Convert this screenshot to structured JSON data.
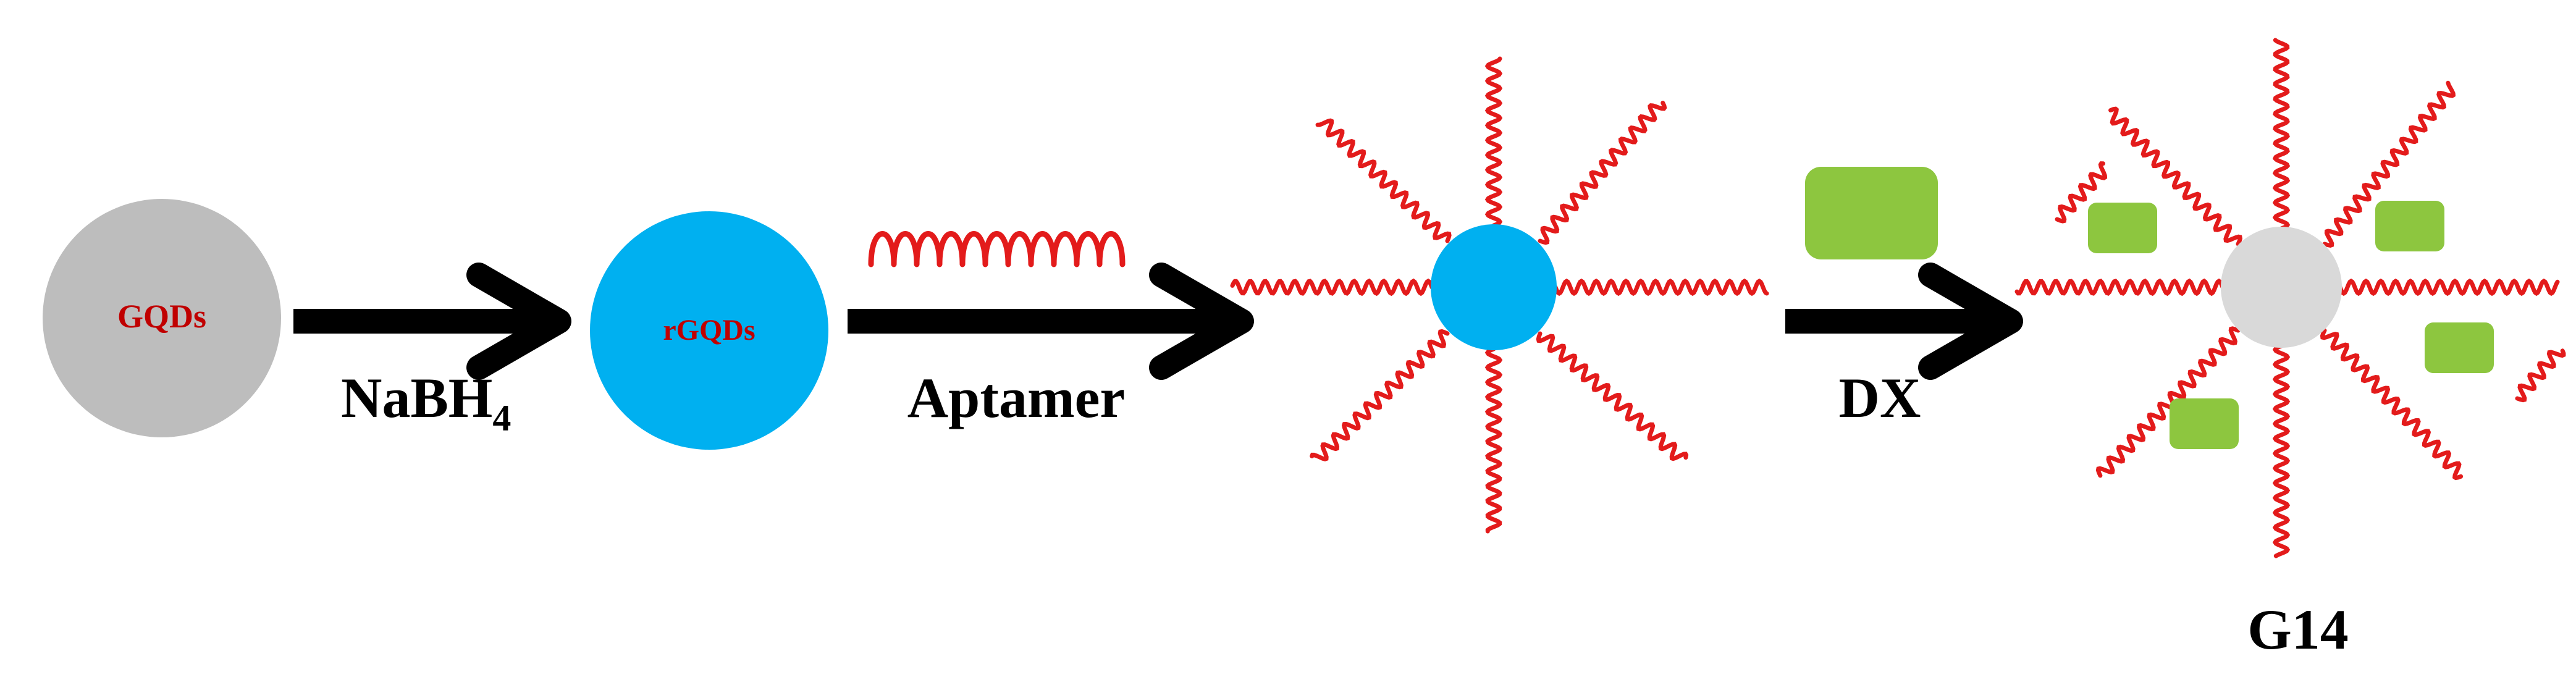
{
  "nodes": {
    "gqds": {
      "label": "GQDs"
    },
    "rgqds": {
      "label": "rGQDs"
    },
    "product": {
      "label": "G14"
    }
  },
  "steps": {
    "reduction": {
      "label": "NaBH",
      "subscript": "4"
    },
    "aptamer": {
      "label": "Aptamer"
    },
    "dx": {
      "label": "DX"
    }
  },
  "colors": {
    "gqds_fill": "#bdbdbd",
    "rgqds_fill": "#00b0f0",
    "product_core": "#d9d9d9",
    "aptamer_strand": "#e31b1b",
    "dx_molecule": "#8dc63f",
    "inner_label": "#c00000",
    "arrow": "#000000"
  }
}
